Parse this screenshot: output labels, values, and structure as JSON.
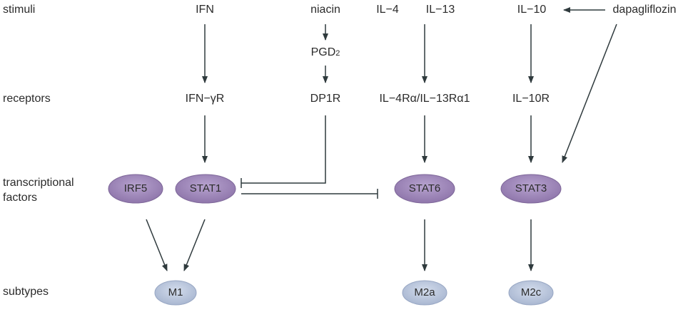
{
  "rows": {
    "stimuli": "stimuli",
    "receptors": "receptors",
    "transcription_line1": "transcriptional",
    "transcription_line2": "factors",
    "subtypes": "subtypes"
  },
  "stimuli": {
    "ifn": "IFN",
    "niacin": "niacin",
    "il4": "IL−4",
    "il13": "IL−13",
    "il10": "IL−10",
    "dapagliflozin": "dapagliflozin"
  },
  "intermediate": {
    "pgd_base": "PGD",
    "pgd_sub": "2"
  },
  "receptors": {
    "ifngr": "IFN−γR",
    "dp1r": "DP1R",
    "il4r": "IL−4Rα/IL−13Rα1",
    "il10r": "IL−10R"
  },
  "factors": {
    "irf5": "IRF5",
    "stat1": "STAT1",
    "stat6": "STAT6",
    "stat3": "STAT3"
  },
  "subtypes": {
    "m1": "M1",
    "m2a": "M2a",
    "m2c": "M2c"
  },
  "colors": {
    "factor_fill": "#9e86b8",
    "subtype_fill": "#bcc8dd",
    "line": "#2f3a3d"
  }
}
